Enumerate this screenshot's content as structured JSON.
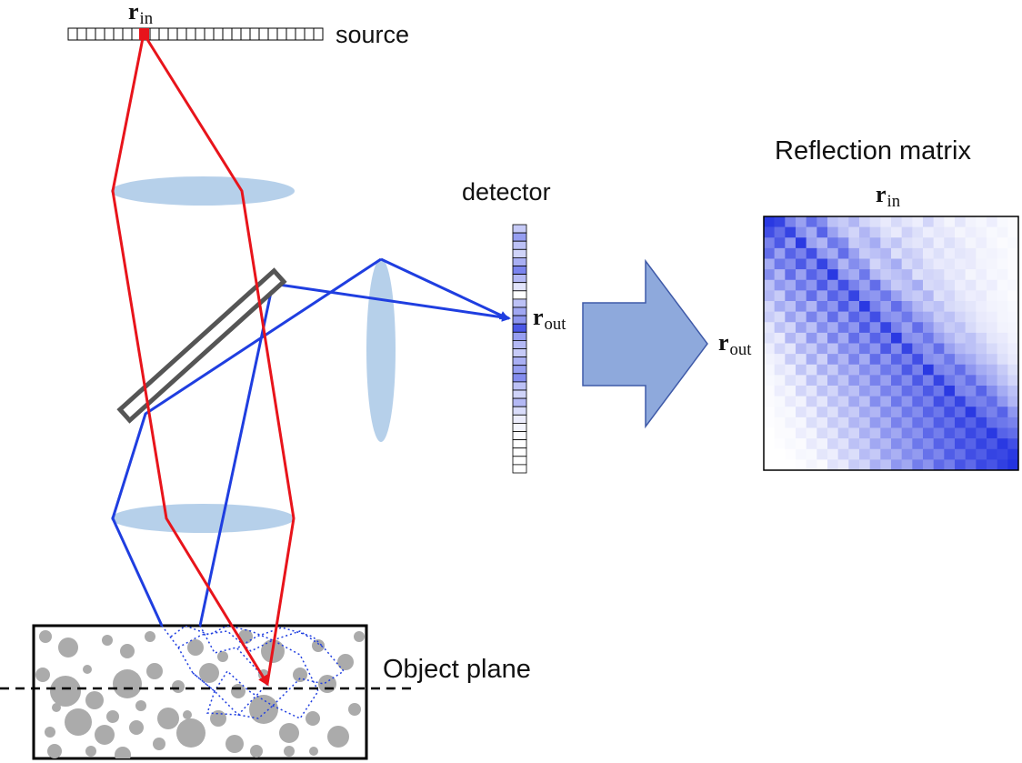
{
  "labels": {
    "source": "source",
    "detector": "detector",
    "reflection_title": "Reflection matrix",
    "object_plane": "Object plane"
  },
  "math": {
    "r_symbol": "r",
    "in_subscript": "in",
    "out_subscript": "out"
  },
  "colors": {
    "incident_ray": "#e8141b",
    "reflected_ray": "#1f3ee0",
    "lens_fill": "#a9c8e6",
    "arrow_fill": "#8ea9dc",
    "arrow_stroke": "#3f5aa8",
    "scatterer": "#ababab",
    "matrix_strong": "#1f2fe0"
  },
  "detector_intensity": [
    0.3,
    0.55,
    0.35,
    0.25,
    0.45,
    0.7,
    0.4,
    0.15,
    0.0,
    0.35,
    0.5,
    0.6,
    0.95,
    0.55,
    0.4,
    0.3,
    0.45,
    0.55,
    0.65,
    0.35,
    0.25,
    0.4,
    0.2,
    0.1,
    0.05,
    0.02,
    0.0,
    0.0,
    0.0,
    0.0
  ],
  "reflection_matrix": [
    [
      0.95,
      0.9,
      0.6,
      0.45,
      0.7,
      0.55,
      0.3,
      0.25,
      0.35,
      0.2,
      0.15,
      0.1,
      0.18,
      0.12,
      0.08,
      0.2,
      0.1,
      0.05,
      0.12,
      0.06,
      0.04,
      0.08,
      0.03,
      0.02
    ],
    [
      0.85,
      0.7,
      0.9,
      0.55,
      0.4,
      0.75,
      0.45,
      0.3,
      0.2,
      0.35,
      0.25,
      0.15,
      0.1,
      0.22,
      0.15,
      0.08,
      0.12,
      0.1,
      0.05,
      0.08,
      0.06,
      0.03,
      0.05,
      0.02
    ],
    [
      0.6,
      0.8,
      0.5,
      0.95,
      0.45,
      0.35,
      0.65,
      0.55,
      0.25,
      0.3,
      0.4,
      0.2,
      0.28,
      0.15,
      0.12,
      0.18,
      0.08,
      0.15,
      0.1,
      0.05,
      0.08,
      0.04,
      0.02,
      0.03
    ],
    [
      0.7,
      0.45,
      0.75,
      0.6,
      0.85,
      0.5,
      0.4,
      0.7,
      0.45,
      0.25,
      0.3,
      0.35,
      0.15,
      0.25,
      0.2,
      0.1,
      0.15,
      0.08,
      0.12,
      0.1,
      0.05,
      0.06,
      0.04,
      0.02
    ],
    [
      0.4,
      0.65,
      0.55,
      0.8,
      0.55,
      0.9,
      0.6,
      0.35,
      0.55,
      0.45,
      0.2,
      0.3,
      0.4,
      0.18,
      0.25,
      0.15,
      0.1,
      0.12,
      0.08,
      0.1,
      0.06,
      0.05,
      0.03,
      0.02
    ],
    [
      0.55,
      0.35,
      0.7,
      0.45,
      0.75,
      0.6,
      0.95,
      0.5,
      0.4,
      0.65,
      0.35,
      0.25,
      0.3,
      0.35,
      0.15,
      0.2,
      0.18,
      0.1,
      0.12,
      0.05,
      0.08,
      0.04,
      0.05,
      0.02
    ],
    [
      0.3,
      0.5,
      0.4,
      0.65,
      0.5,
      0.8,
      0.55,
      0.85,
      0.6,
      0.45,
      0.7,
      0.4,
      0.25,
      0.3,
      0.4,
      0.18,
      0.2,
      0.15,
      0.08,
      0.12,
      0.06,
      0.08,
      0.03,
      0.04
    ],
    [
      0.35,
      0.25,
      0.55,
      0.4,
      0.7,
      0.45,
      0.75,
      0.6,
      0.9,
      0.55,
      0.5,
      0.65,
      0.45,
      0.3,
      0.25,
      0.35,
      0.15,
      0.2,
      0.12,
      0.08,
      0.1,
      0.05,
      0.04,
      0.02
    ],
    [
      0.2,
      0.4,
      0.3,
      0.55,
      0.35,
      0.65,
      0.5,
      0.8,
      0.55,
      0.95,
      0.6,
      0.45,
      0.7,
      0.5,
      0.35,
      0.25,
      0.3,
      0.18,
      0.15,
      0.12,
      0.08,
      0.06,
      0.05,
      0.03
    ],
    [
      0.25,
      0.18,
      0.45,
      0.3,
      0.6,
      0.4,
      0.7,
      0.45,
      0.75,
      0.6,
      0.85,
      0.55,
      0.5,
      0.65,
      0.45,
      0.4,
      0.25,
      0.3,
      0.2,
      0.15,
      0.1,
      0.08,
      0.05,
      0.04
    ],
    [
      0.12,
      0.3,
      0.2,
      0.45,
      0.3,
      0.55,
      0.4,
      0.65,
      0.5,
      0.8,
      0.55,
      0.9,
      0.6,
      0.45,
      0.7,
      0.5,
      0.35,
      0.25,
      0.3,
      0.18,
      0.12,
      0.1,
      0.06,
      0.05
    ],
    [
      0.15,
      0.1,
      0.35,
      0.22,
      0.5,
      0.3,
      0.6,
      0.4,
      0.7,
      0.5,
      0.75,
      0.6,
      0.95,
      0.55,
      0.5,
      0.65,
      0.45,
      0.35,
      0.25,
      0.3,
      0.2,
      0.12,
      0.1,
      0.06
    ],
    [
      0.08,
      0.2,
      0.12,
      0.35,
      0.25,
      0.45,
      0.3,
      0.55,
      0.45,
      0.65,
      0.5,
      0.8,
      0.55,
      0.9,
      0.6,
      0.5,
      0.7,
      0.45,
      0.35,
      0.3,
      0.25,
      0.18,
      0.12,
      0.08
    ],
    [
      0.06,
      0.08,
      0.25,
      0.15,
      0.4,
      0.22,
      0.5,
      0.35,
      0.6,
      0.4,
      0.7,
      0.5,
      0.75,
      0.6,
      0.85,
      0.55,
      0.5,
      0.65,
      0.45,
      0.4,
      0.3,
      0.25,
      0.15,
      0.1
    ],
    [
      0.04,
      0.12,
      0.08,
      0.28,
      0.15,
      0.38,
      0.25,
      0.45,
      0.35,
      0.55,
      0.45,
      0.65,
      0.55,
      0.8,
      0.6,
      0.95,
      0.6,
      0.55,
      0.7,
      0.5,
      0.4,
      0.35,
      0.25,
      0.15
    ],
    [
      0.03,
      0.05,
      0.15,
      0.1,
      0.3,
      0.18,
      0.4,
      0.28,
      0.5,
      0.38,
      0.6,
      0.45,
      0.7,
      0.55,
      0.8,
      0.6,
      0.9,
      0.65,
      0.55,
      0.7,
      0.5,
      0.4,
      0.3,
      0.2
    ],
    [
      0.02,
      0.08,
      0.05,
      0.2,
      0.12,
      0.3,
      0.2,
      0.38,
      0.3,
      0.48,
      0.4,
      0.6,
      0.5,
      0.7,
      0.6,
      0.8,
      0.65,
      0.95,
      0.6,
      0.55,
      0.75,
      0.55,
      0.4,
      0.3
    ],
    [
      0.02,
      0.03,
      0.1,
      0.06,
      0.22,
      0.12,
      0.3,
      0.22,
      0.42,
      0.3,
      0.55,
      0.4,
      0.65,
      0.5,
      0.72,
      0.6,
      0.85,
      0.7,
      0.9,
      0.65,
      0.6,
      0.7,
      0.5,
      0.35
    ],
    [
      0.01,
      0.04,
      0.03,
      0.14,
      0.08,
      0.24,
      0.15,
      0.32,
      0.25,
      0.42,
      0.35,
      0.55,
      0.45,
      0.65,
      0.55,
      0.75,
      0.65,
      0.85,
      0.7,
      0.95,
      0.7,
      0.6,
      0.75,
      0.5
    ],
    [
      0.01,
      0.02,
      0.06,
      0.04,
      0.16,
      0.1,
      0.25,
      0.18,
      0.35,
      0.28,
      0.48,
      0.38,
      0.6,
      0.48,
      0.68,
      0.58,
      0.78,
      0.68,
      0.88,
      0.75,
      0.9,
      0.7,
      0.65,
      0.6
    ],
    [
      0.0,
      0.02,
      0.02,
      0.08,
      0.05,
      0.18,
      0.12,
      0.28,
      0.2,
      0.38,
      0.3,
      0.5,
      0.42,
      0.6,
      0.52,
      0.72,
      0.62,
      0.8,
      0.7,
      0.88,
      0.78,
      0.95,
      0.75,
      0.7
    ],
    [
      0.0,
      0.01,
      0.03,
      0.02,
      0.1,
      0.06,
      0.2,
      0.14,
      0.3,
      0.24,
      0.42,
      0.34,
      0.55,
      0.45,
      0.65,
      0.55,
      0.75,
      0.65,
      0.85,
      0.75,
      0.9,
      0.8,
      0.95,
      0.85
    ],
    [
      0.0,
      0.0,
      0.01,
      0.04,
      0.03,
      0.12,
      0.08,
      0.22,
      0.16,
      0.32,
      0.26,
      0.45,
      0.38,
      0.55,
      0.48,
      0.68,
      0.58,
      0.78,
      0.68,
      0.85,
      0.78,
      0.9,
      0.88,
      0.95
    ],
    [
      0.0,
      0.0,
      0.0,
      0.01,
      0.05,
      0.02,
      0.14,
      0.1,
      0.25,
      0.2,
      0.38,
      0.3,
      0.5,
      0.42,
      0.62,
      0.52,
      0.72,
      0.62,
      0.82,
      0.72,
      0.88,
      0.82,
      0.92,
      0.98
    ]
  ]
}
